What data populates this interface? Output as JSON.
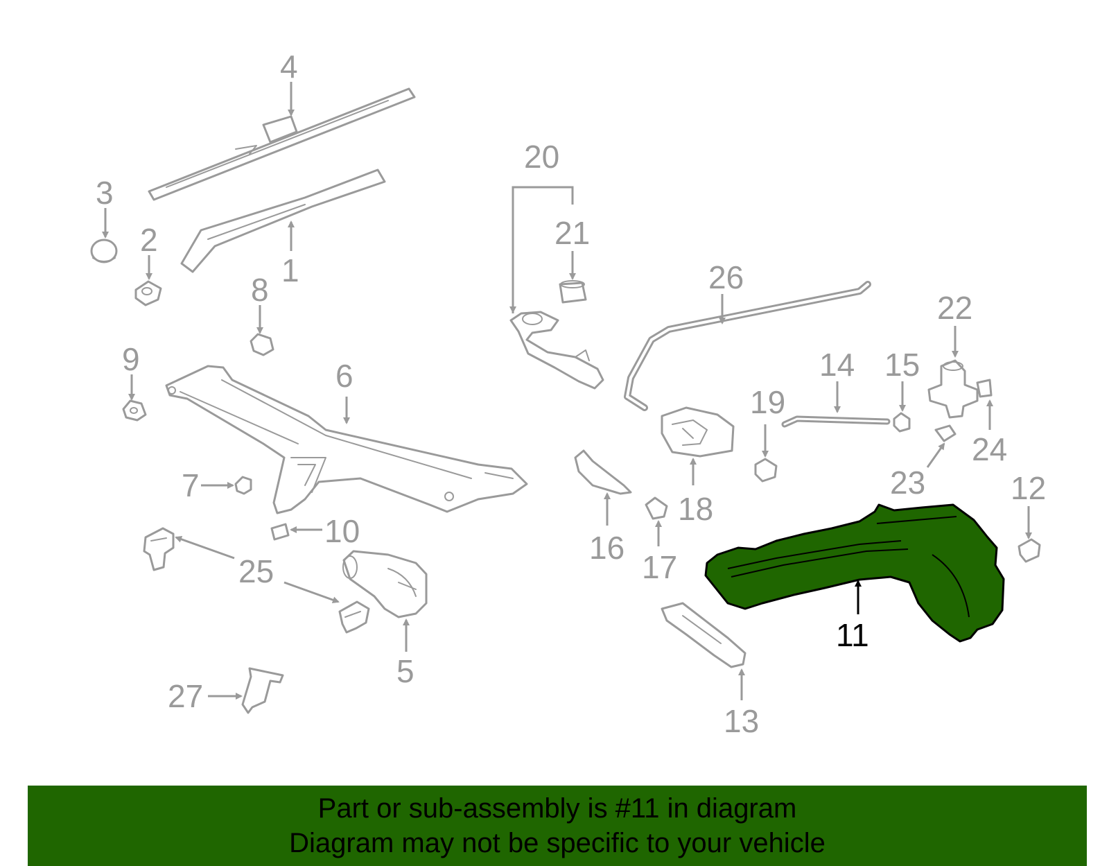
{
  "callouts": {
    "c1": "1",
    "c2": "2",
    "c3": "3",
    "c4": "4",
    "c5": "5",
    "c6": "6",
    "c7": "7",
    "c8": "8",
    "c9": "9",
    "c10": "10",
    "c11": "11",
    "c12": "12",
    "c13": "13",
    "c14": "14",
    "c15": "15",
    "c16": "16",
    "c17": "17",
    "c18": "18",
    "c19": "19",
    "c20": "20",
    "c21": "21",
    "c22": "22",
    "c23": "23",
    "c24": "24",
    "c25": "25",
    "c26": "26",
    "c27": "27"
  },
  "highlight": {
    "part": "11",
    "color": "#1f6600"
  },
  "banner": {
    "line1": "Part or sub-assembly is #11 in diagram",
    "line2": "Diagram may not be specific to your vehicle",
    "color": "#1f6600"
  }
}
